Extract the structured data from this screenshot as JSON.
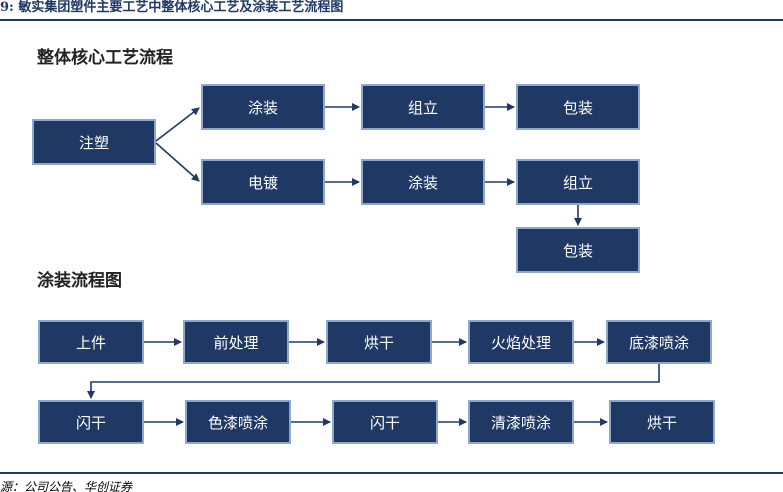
{
  "header": {
    "title": "9:  敏实集团塑件主要工艺中整体核心工艺及涂装工艺流程图"
  },
  "sections": {
    "overall_title": "整体核心工艺流程",
    "coating_title": "涂装流程图"
  },
  "overall_flow": {
    "injection": "注塑",
    "branch_a": [
      "涂装",
      "组立",
      "包装"
    ],
    "branch_b": [
      "电镀",
      "涂装",
      "组立",
      "包装"
    ]
  },
  "coating_flow": {
    "row1": [
      "上件",
      "前处理",
      "烘干",
      "火焰处理",
      "底漆喷涂"
    ],
    "row2": [
      "闪干",
      "色漆喷涂",
      "闪干",
      "清漆喷涂",
      "烘干"
    ]
  },
  "footer": {
    "source": "源：公司公告、华创证券"
  },
  "colors": {
    "box_fill": "#1f3864",
    "box_border": "#8ea9c8",
    "arrow": "#1f3864"
  }
}
